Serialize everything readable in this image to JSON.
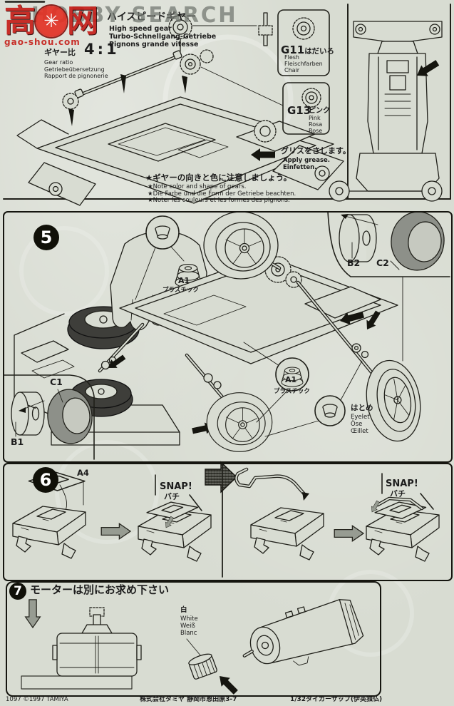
{
  "watermarks": {
    "gray_text": "HOBBY SEARCH",
    "red_logo": {
      "char_left": "高",
      "char_right": "网",
      "badge": "star-burst",
      "url": "gao-shou.com"
    }
  },
  "header": {
    "title_ja": "ハイスピードギヤー",
    "title_en": "High speed gear",
    "title_de": "Turbo-Schnellgang-Getriebe",
    "title_fr": "Pignons grande vitesse",
    "ratio_label_ja": "ギヤー比",
    "ratio_value": "4:1",
    "ratio_en": "Gear ratio",
    "ratio_de": "Getriebeübersetzung",
    "ratio_fr": "Rapport de pignonerie",
    "g11": {
      "code": "G11",
      "ja": "はだいろ",
      "en": "Flesh",
      "de": "Fleischfarben",
      "fr": "Chair"
    },
    "g13": {
      "code": "G13",
      "ja": "ピンク",
      "en": "Pink",
      "de": "Rosa",
      "fr": "Rose"
    },
    "grease": {
      "ja": "グリスをさします。",
      "en": "Apply grease.",
      "de": "Einfetten."
    },
    "note": {
      "ja": "★ギヤーの向きと色に注意しましょう。",
      "en": "★Note color and shape of gears.",
      "de": "★Die Farbe und die Form der Getriebe beachten.",
      "fr": "★Noter les couleurs et les formes des pignons."
    }
  },
  "step5": {
    "number": "5",
    "a1": "A1",
    "plastic": "プラスチック",
    "b1": "B1",
    "c1": "C1",
    "b2": "B2",
    "c2": "C2",
    "eyelet": {
      "ja": "はとめ",
      "en": "Eyelet",
      "de": "Öse",
      "fr": "Œillet"
    }
  },
  "step6": {
    "number": "6",
    "a4": "A4",
    "snap_en": "SNAP!",
    "snap_ja": "バチ"
  },
  "step7": {
    "number": "7",
    "title_ja": "モーターは別にお求め下さい",
    "white": {
      "ja": "白",
      "en": "White",
      "de": "Weiß",
      "fr": "Blanc"
    }
  },
  "footer": {
    "left": "1097 ©1997 TAMIYA",
    "center": "株式会社タミヤ 静岡市恩田原3-7",
    "right": "1/32タイガーザップ(伊英独仏)"
  }
}
